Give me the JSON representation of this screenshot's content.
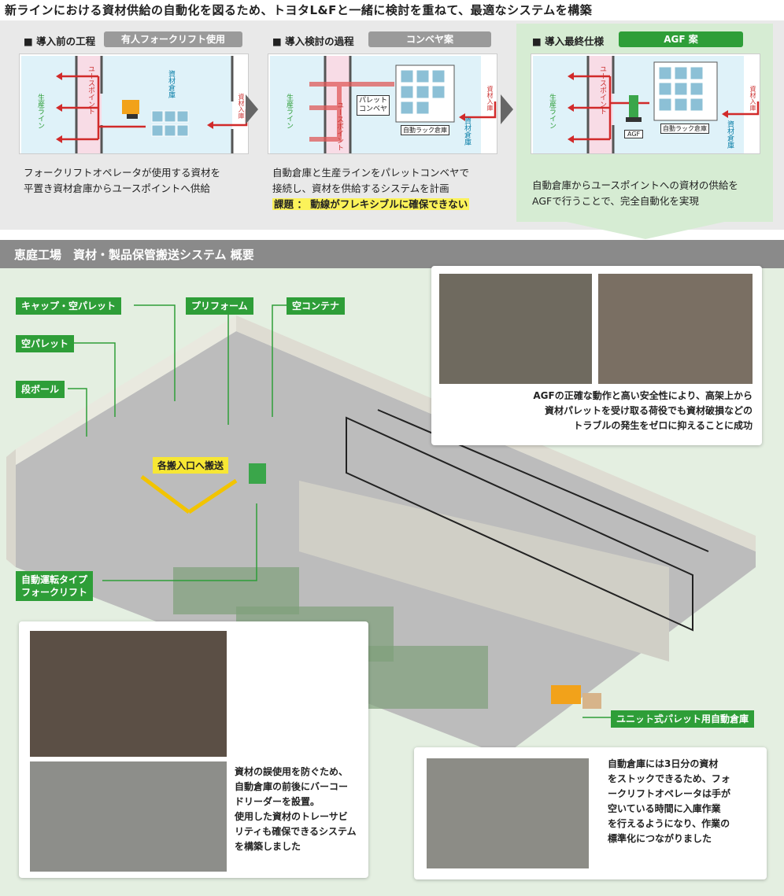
{
  "headline": "新ラインにおける資材供給の自動化を図るため、トヨタL&Fと一緒に検討を重ねて、最適なシステムを構築",
  "steps": [
    {
      "head": "■ 導入前の工程",
      "tag": "有人フォークリフト使用",
      "labels": {
        "line": "生産ライン",
        "point": "ユースポイント",
        "warehouse": "資材倉庫",
        "inbound": "資材入庫"
      },
      "desc": [
        "フォークリフトオペレータが使用する資材を",
        "平置き資材倉庫からユースポイントへ供給"
      ]
    },
    {
      "head": "■ 導入検討の過程",
      "tag": "コンベヤ案",
      "labels": {
        "line": "生産ライン",
        "point": "ユースポイント",
        "warehouse": "資材倉庫",
        "inbound": "資材入庫",
        "conveyor": "パレット\nコンベヤ",
        "rack": "自動ラック倉庫"
      },
      "desc": [
        "自動倉庫と生産ラインをパレットコンベヤで",
        "接続し、資材を供給するシステムを計画"
      ],
      "issue": "課題 ： 動線がフレキシブルに確保できない"
    },
    {
      "head": "■ 導入最終仕様",
      "tag": "AGF 案",
      "labels": {
        "line": "生産ライン",
        "point": "ユースポイント",
        "warehouse": "資材倉庫",
        "inbound": "資材入庫",
        "agf": "AGF",
        "rack": "自動ラック倉庫"
      },
      "desc": [
        "自動倉庫からユースポイントへの資材の供給を",
        "AGFで行うことで、完全自動化を実現"
      ]
    }
  ],
  "section_title": "恵庭工場　資材・製品保管搬送システム 概要",
  "diagram_labels": {
    "cap_pallet": "キャップ・空パレット",
    "preform": "プリフォーム",
    "empty_container": "空コンテナ",
    "empty_pallet": "空パレット",
    "cardboard": "段ボール",
    "to_inlets": "各搬入口へ搬送",
    "auto_forklift": "自動運転タイプ\nフォークリフト",
    "unit_warehouse": "ユニット式パレット用自動倉庫"
  },
  "cards": {
    "agf_note": [
      "AGFの正確な動作と高い安全性により、高架上から",
      "資材パレットを受け取る荷役でも資材破損などの",
      "トラブルの発生をゼロに抑えることに成功"
    ],
    "barcode_note": [
      "資材の誤使用を防ぐため、",
      "自動倉庫の前後にバーコー",
      "ドリーダーを設置。",
      "使用した資材のトレーサビ",
      "リティも確保できるシステム",
      "を構築しました"
    ],
    "stock_note": [
      "自動倉庫には3日分の資材",
      "をストックできるため、フォ",
      "ークリフトオペレータは手が",
      "空いている時間に入庫作業",
      "を行えるようになり、作業の",
      "標準化につながりました"
    ]
  },
  "colors": {
    "green": "#2e9e38",
    "gray_tag": "#9a9a9a",
    "arrow_red": "#d12a2a",
    "yellow": "#f7e734"
  }
}
